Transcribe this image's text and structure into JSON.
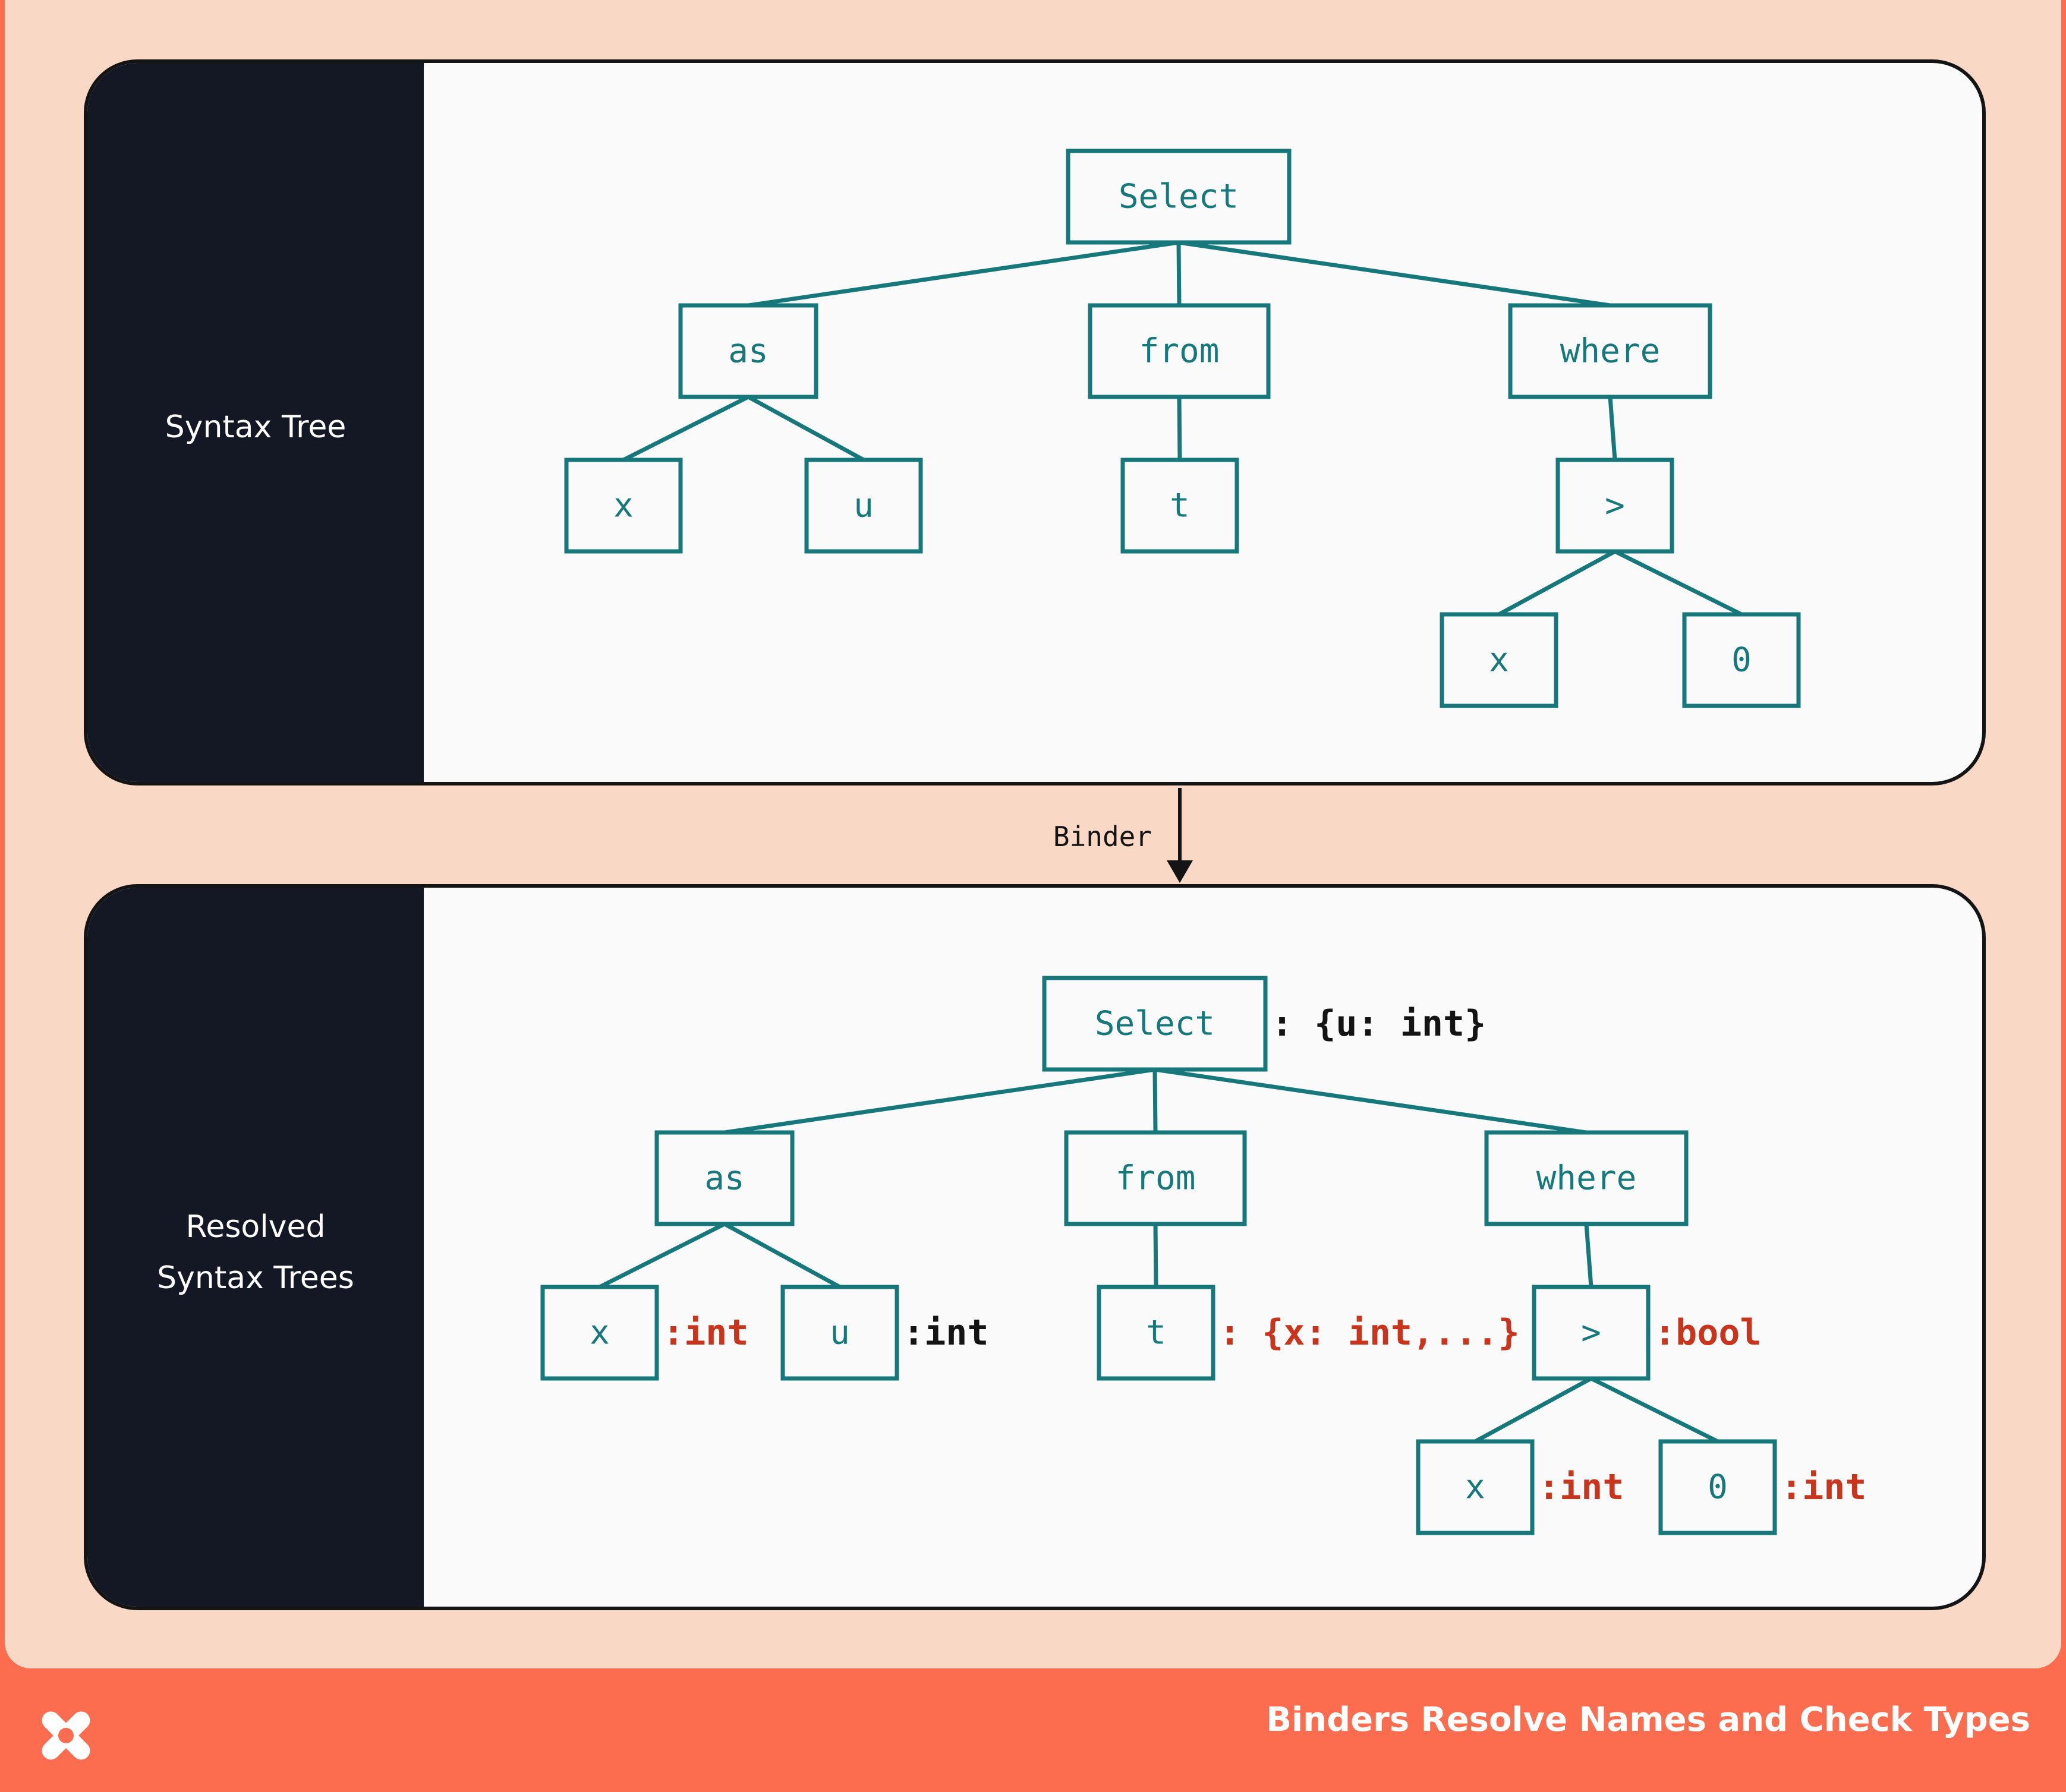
{
  "panels": {
    "top": {
      "label": "Syntax Tree"
    },
    "bottom": {
      "label": "Resolved\nSyntax Trees"
    }
  },
  "edge_label": "Binder",
  "trees": {
    "top": {
      "nodes": [
        {
          "id": "select",
          "label": "Select"
        },
        {
          "id": "as",
          "label": "as"
        },
        {
          "id": "from",
          "label": "from"
        },
        {
          "id": "where",
          "label": "where"
        },
        {
          "id": "as-x",
          "label": "x"
        },
        {
          "id": "as-u",
          "label": "u"
        },
        {
          "id": "from-t",
          "label": "t"
        },
        {
          "id": "gt",
          "label": ">"
        },
        {
          "id": "gt-x",
          "label": "x"
        },
        {
          "id": "gt-0",
          "label": "0"
        }
      ]
    },
    "bottom": {
      "nodes": [
        {
          "id": "select",
          "label": "Select",
          "annotation": ": {u: int}",
          "annotation_color": "black"
        },
        {
          "id": "as",
          "label": "as"
        },
        {
          "id": "from",
          "label": "from"
        },
        {
          "id": "where",
          "label": "where"
        },
        {
          "id": "as-x",
          "label": "x",
          "annotation": ":int",
          "annotation_color": "red"
        },
        {
          "id": "as-u",
          "label": "u",
          "annotation": ":int",
          "annotation_color": "black"
        },
        {
          "id": "from-t",
          "label": "t",
          "annotation": ": {x: int,...}",
          "annotation_color": "red"
        },
        {
          "id": "gt",
          "label": ">",
          "annotation": ":bool",
          "annotation_color": "red"
        },
        {
          "id": "gt-x",
          "label": "x",
          "annotation": ":int",
          "annotation_color": "red"
        },
        {
          "id": "gt-0",
          "label": "0",
          "annotation": ":int",
          "annotation_color": "red"
        }
      ]
    },
    "edges": [
      [
        "select",
        "as"
      ],
      [
        "select",
        "from"
      ],
      [
        "select",
        "where"
      ],
      [
        "as",
        "as-x"
      ],
      [
        "as",
        "as-u"
      ],
      [
        "from",
        "from-t"
      ],
      [
        "where",
        "gt"
      ],
      [
        "gt",
        "gt-x"
      ],
      [
        "gt",
        "gt-0"
      ]
    ]
  },
  "colors": {
    "accent": "#fc6c4e",
    "frame": "#f9d9c5",
    "node": "#16787a",
    "annotation_red": "#c9341c",
    "label_panel": "#141824"
  },
  "footer": {
    "title": "Binders Resolve Names and Check Types",
    "logo": "x-logo-icon"
  }
}
